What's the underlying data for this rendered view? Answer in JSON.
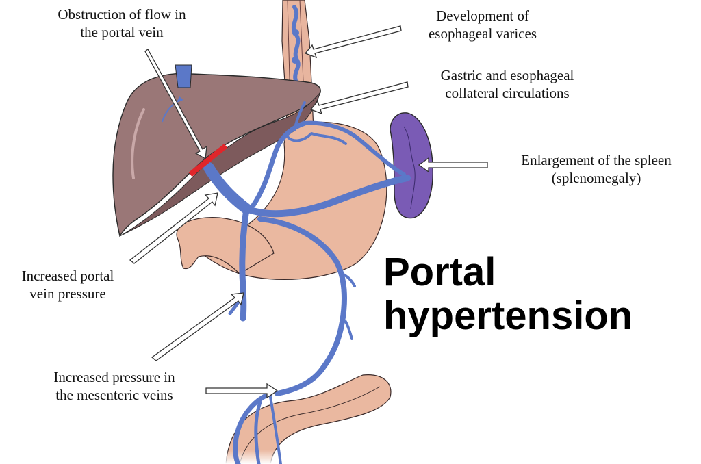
{
  "title": {
    "line1": "Portal",
    "line2": "hypertension"
  },
  "labels": {
    "obstruction": {
      "line1": "Obstruction of flow in",
      "line2": "the portal vein"
    },
    "varices": {
      "line1": "Development of",
      "line2": "esophageal varices"
    },
    "collateral": {
      "line1": "Gastric and esophageal",
      "line2": "collateral circulations"
    },
    "spleen": {
      "line1": "Enlargement of the spleen",
      "line2": "(splenomegaly)"
    },
    "portal_pressure": {
      "line1": "Increased portal",
      "line2": "vein pressure"
    },
    "mesenteric": {
      "line1": "Increased pressure in",
      "line2": "the mesenteric veins"
    }
  },
  "colors": {
    "liver": "#9a7777",
    "liver_dark": "#7d5a5c",
    "stomach": "#eab8a0",
    "vein": "#5b78c8",
    "spleen": "#7a5bb5",
    "obstruction": "#e0262b",
    "outline": "#2a2a2a"
  }
}
